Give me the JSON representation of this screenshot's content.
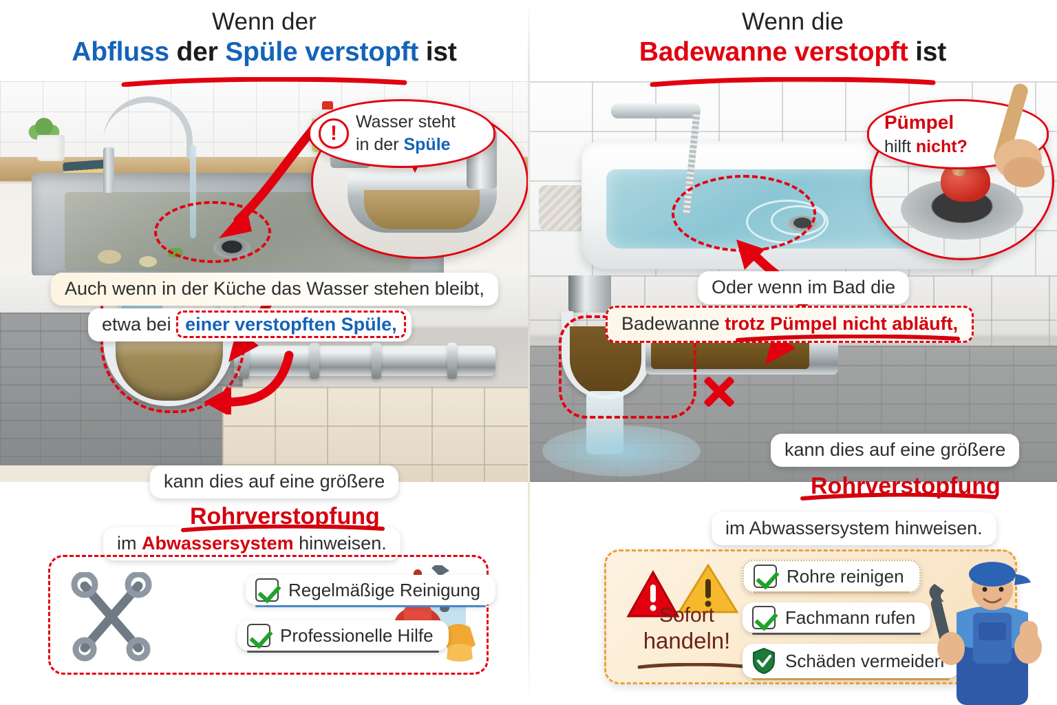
{
  "meta": {
    "colors": {
      "blue": "#1463b8",
      "red": "#e2000f",
      "red_dark": "#d4000e",
      "green": "#20a32a",
      "amber": "#e8a13c",
      "ink": "#2e2e2e"
    }
  },
  "left_panel": {
    "title": {
      "line1": "Wenn der",
      "line2_parts": [
        {
          "text": "Abfluss",
          "style": "blue"
        },
        {
          "text": " der ",
          "style": "plain"
        },
        {
          "text": "Spüle verstopft",
          "style": "blue"
        },
        {
          "text": " ist",
          "style": "plain"
        }
      ]
    },
    "callout": {
      "icon": "exclamation-icon",
      "icon_glyph": "!",
      "line1": "Wasser steht",
      "line2_plain": "in der ",
      "line2_keyword": "Spüle"
    },
    "body": {
      "line1": "Auch wenn in der Küche das Wasser stehen bleibt,",
      "line2_plain": "etwa bei ",
      "line2_keyword": "einer verstopften Spüle,",
      "line3": "kann dies auf eine größere",
      "line4_keyword": "Rohrverstopfung",
      "line5_plain_a": "im ",
      "line5_keyword": "Abwassersystem",
      "line5_plain_b": " hinweisen."
    },
    "actions": [
      {
        "icon": "checkbox-checked-icon",
        "label": "Regelmäßige Reinigung",
        "underline": "#4a86c8"
      },
      {
        "icon": "checkbox-checked-icon",
        "label": "Professionelle Hilfe",
        "underline": "#555555"
      }
    ],
    "decor": {
      "tools_icon": "crossed-wrenches-icon",
      "supplies_icon": "plunger-gloves-icon",
      "scene_top_icon": "kitchen-sink-icon",
      "scene_mid_icon": "clogged-siphon-pipe-icon",
      "inset_icon": "pipe-cutaway-clog-icon"
    }
  },
  "right_panel": {
    "title": {
      "line1": "Wenn die",
      "line2_parts": [
        {
          "text": "Badewanne verstopft",
          "style": "red"
        },
        {
          "text": " ist",
          "style": "plain"
        }
      ]
    },
    "callout": {
      "icon": "plunger-icon",
      "line1_keyword": "Pümpel",
      "line2_plain": "hilft ",
      "line2_keyword": "nicht?"
    },
    "body": {
      "line1": "Oder wenn im Bad die",
      "line2_plain": "Badewanne ",
      "line2_keyword": "trotz Pümpel nicht abläuft,",
      "line3": "kann dies auf eine größere",
      "line4_keyword": "Rohrverstopfung",
      "line5": "im Abwassersystem hinweisen."
    },
    "alert": {
      "icon_red": "warning-triangle-red-icon",
      "icon_amber": "warning-triangle-amber-icon",
      "line1": "Sofort",
      "line2": "handeln!"
    },
    "actions": [
      {
        "icon": "checkbox-checked-icon",
        "label": "Rohre reinigen",
        "underline": "#d8b489"
      },
      {
        "icon": "checkbox-checked-icon",
        "label": "Fachmann rufen",
        "underline": "#555555"
      },
      {
        "icon": "shield-check-icon",
        "label": "Schäden vermeiden",
        "underline": "#c99a57"
      }
    ],
    "decor": {
      "plumber_icon": "plumber-worker-icon",
      "scene_top_icon": "bathtub-standing-water-icon",
      "scene_mid_icon": "clogged-siphon-overflow-icon",
      "inset_icon": "plunger-on-drain-icon",
      "reject_icon": "red-x-icon"
    }
  }
}
